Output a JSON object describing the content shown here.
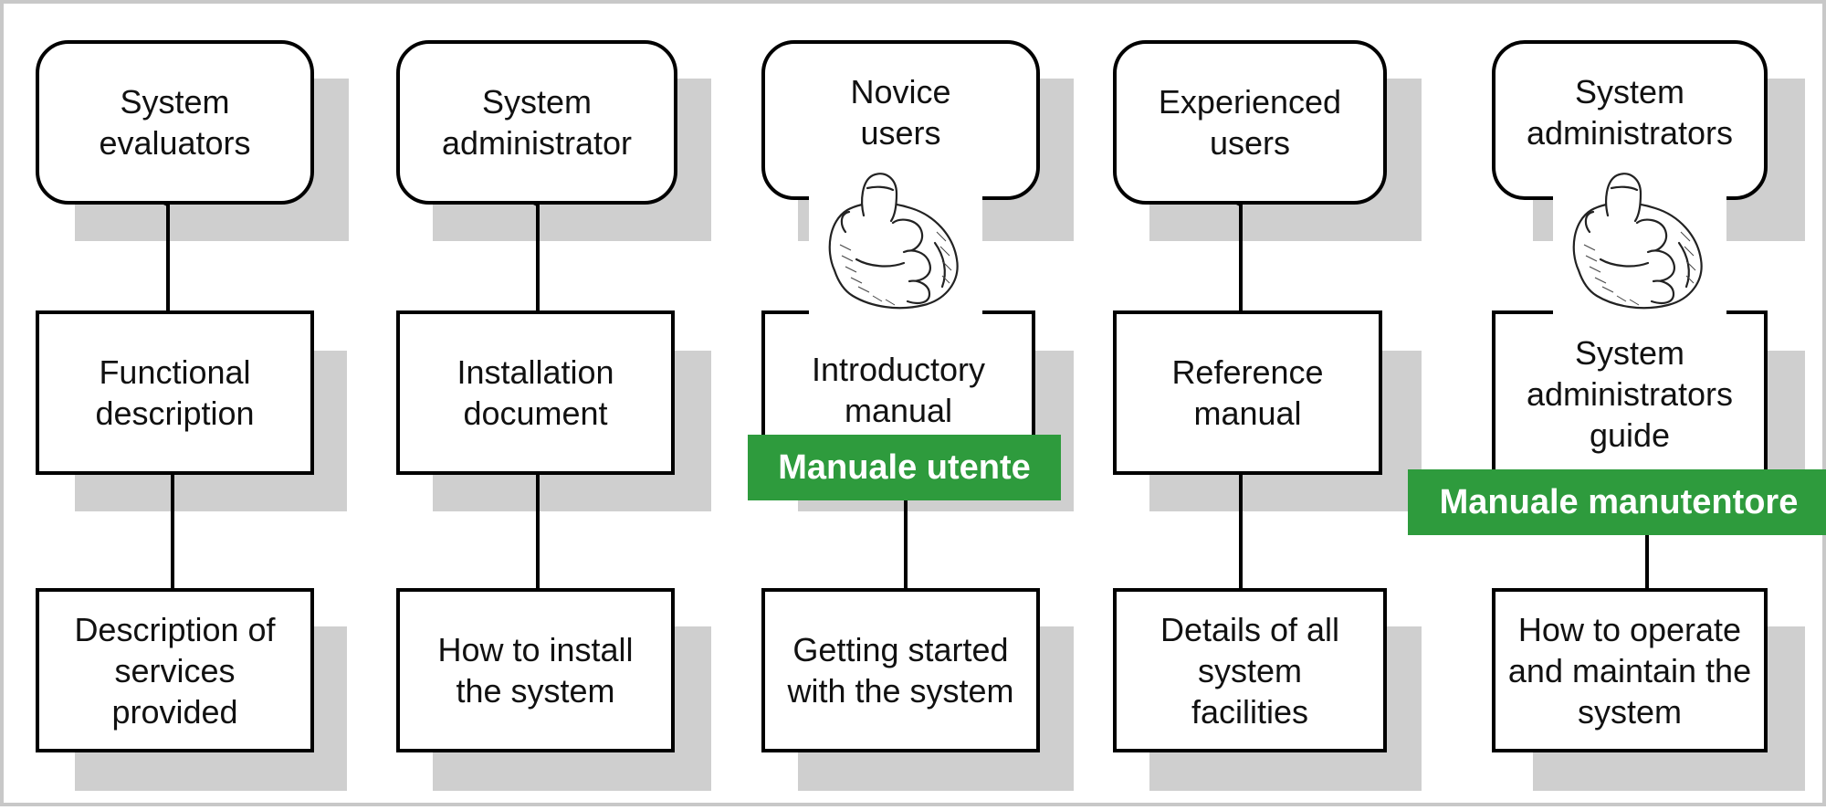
{
  "columns": [
    {
      "user": "System\nevaluators",
      "document": "Functional\ndescription",
      "purpose": "Description of\nservices\nprovided"
    },
    {
      "user": "System\nadministrator",
      "document": "Installation\ndocument",
      "purpose": "How to install\nthe system"
    },
    {
      "user": "Novice\nusers",
      "document": "Introductory\nmanual",
      "purpose": "Getting started\nwith the system"
    },
    {
      "user": "Experienced\nusers",
      "document": "Reference\nmanual",
      "purpose": "Details of all\nsystem\nfacilities"
    },
    {
      "user": "System\nadministrators",
      "document": "System\nadministrators\nguide",
      "purpose": "How to operate\nand maintain the\nsystem"
    }
  ],
  "callouts": {
    "user_manual": "Manuale utente",
    "maintainer_manual": "Manuale manutentore"
  },
  "icons": [
    "pointing-hand-icon",
    "pointing-hand-icon"
  ],
  "colors": {
    "callout": "#2e9b3d",
    "shadow": "#cfcfcf",
    "border": "#000000"
  }
}
